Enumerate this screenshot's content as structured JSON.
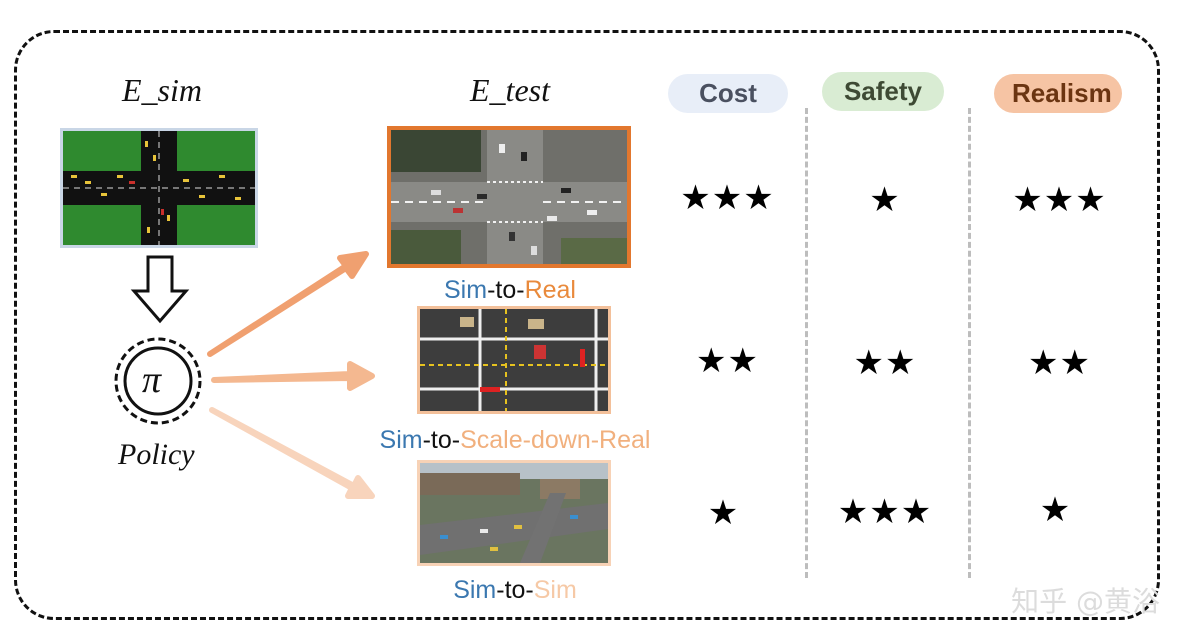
{
  "left": {
    "env_sim_label": "E_sim",
    "policy_symbol": "π",
    "policy_label": "Policy"
  },
  "middle": {
    "env_test_label": "E_test",
    "captions": [
      {
        "prefix": "Sim",
        "dash": "-to-",
        "suffix": "Real",
        "prefix_color": "#3b78b0",
        "suffix_color": "#e98a3c"
      },
      {
        "prefix": "Sim",
        "dash": "-to-",
        "suffix": "Scale-down-Real",
        "prefix_color": "#3b78b0",
        "suffix_color": "#f1b07e"
      },
      {
        "prefix": "Sim",
        "dash": "-to-",
        "suffix": "Sim",
        "prefix_color": "#3b78b0",
        "suffix_color": "#f6c9a6"
      }
    ]
  },
  "columns": [
    {
      "title": "Cost",
      "text_color": "#4a5060",
      "bg": "#e8eef8"
    },
    {
      "title": "Safety",
      "text_color": "#3e4a34",
      "bg": "#d9ecd3"
    },
    {
      "title": "Realism",
      "text_color": "#6b3512",
      "bg": "#f6c4a4"
    }
  ],
  "ratings": [
    [
      "★★★",
      "★",
      "★★★"
    ],
    [
      "★★",
      "★★",
      "★★"
    ],
    [
      "★",
      "★★★",
      "★"
    ]
  ],
  "watermark": "知乎 @黄浴",
  "colors": {
    "arrow1": "#f0a070",
    "arrow2": "#f4b890",
    "arrow3": "#f8d4bc",
    "real_border": "#e2772e",
    "scale_border": "#f3c09a",
    "sim_border": "#f7d2b6"
  }
}
